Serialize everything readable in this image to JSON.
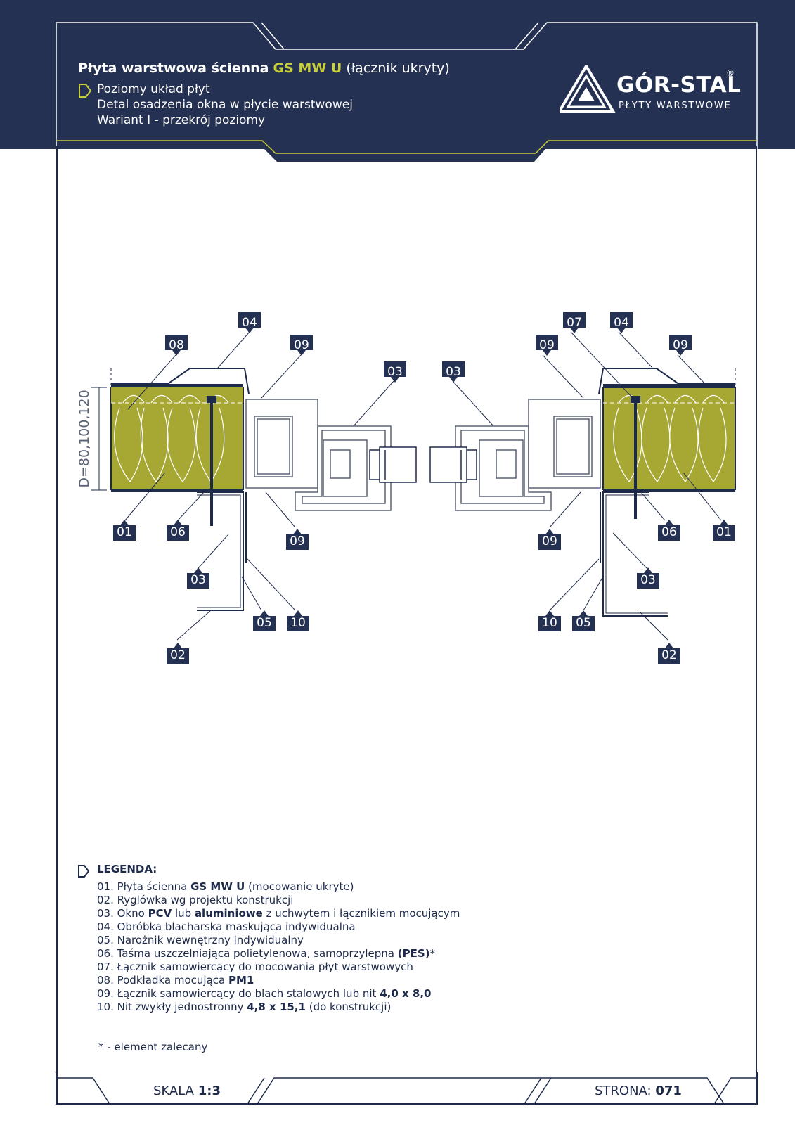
{
  "header": {
    "title_prefix": "Płyta warstwowa ścienna",
    "title_product": "GS MW U",
    "title_suffix": "(łącznik ukryty)",
    "line1": "Poziomy układ płyt",
    "line2": "Detal osadzenia okna w płycie warstwowej",
    "line3": "Wariant I - przekrój poziomy",
    "colors": {
      "navy": "#243152",
      "accent": "#c8cf3a"
    }
  },
  "logo": {
    "name": "GÓR-STAL",
    "reg": "®",
    "tagline": "PŁYTY WARSTWOWE",
    "icon": "triangle-logo-icon"
  },
  "drawing": {
    "dimension": "D=80,100,120",
    "labels": [
      "01",
      "02",
      "03",
      "04",
      "05",
      "06",
      "07",
      "08",
      "09",
      "10"
    ],
    "colors": {
      "insulation": "#a7a734",
      "steel": "#1e2a4a",
      "label_bg": "#243152"
    }
  },
  "legend": {
    "title": "LEGENDA:",
    "items": [
      {
        "pre": "01. Płyta ścienna ",
        "b1": "GS MW U",
        "mid": " (mocowanie ukryte)",
        "b2": "",
        "post": ""
      },
      {
        "pre": "02. Ryglówka wg projektu konstrukcji",
        "b1": "",
        "mid": "",
        "b2": "",
        "post": ""
      },
      {
        "pre": "03. Okno ",
        "b1": "PCV",
        "mid": " lub ",
        "b2": "aluminiowe",
        "post": " z uchwytem i łącznikiem mocującym"
      },
      {
        "pre": "04. Obróbka blacharska maskująca indywidualna",
        "b1": "",
        "mid": "",
        "b2": "",
        "post": ""
      },
      {
        "pre": "05. Narożnik wewnętrzny indywidualny",
        "b1": "",
        "mid": "",
        "b2": "",
        "post": ""
      },
      {
        "pre": "06. Taśma uszczelniająca polietylenowa, samoprzylepna ",
        "b1": "(PES)",
        "mid": "*",
        "b2": "",
        "post": ""
      },
      {
        "pre": "07. Łącznik samowiercący do mocowania płyt warstwowych",
        "b1": "",
        "mid": "",
        "b2": "",
        "post": ""
      },
      {
        "pre": "08. Podkładka mocująca ",
        "b1": "PM1",
        "mid": "",
        "b2": "",
        "post": ""
      },
      {
        "pre": "09. Łącznik samowiercący do blach stalowych lub nit ",
        "b1": "4,0 x 8,0",
        "mid": "",
        "b2": "",
        "post": ""
      },
      {
        "pre": "10. Nit zwykły jednostronny ",
        "b1": "4,8 x 15,1",
        "mid": " (do konstrukcji)",
        "b2": "",
        "post": ""
      }
    ]
  },
  "footnote": "* -  element zalecany",
  "footer": {
    "scale_label": "SKALA",
    "scale_value": "1:3",
    "page_label": "STRONA:",
    "page_value": "071"
  }
}
